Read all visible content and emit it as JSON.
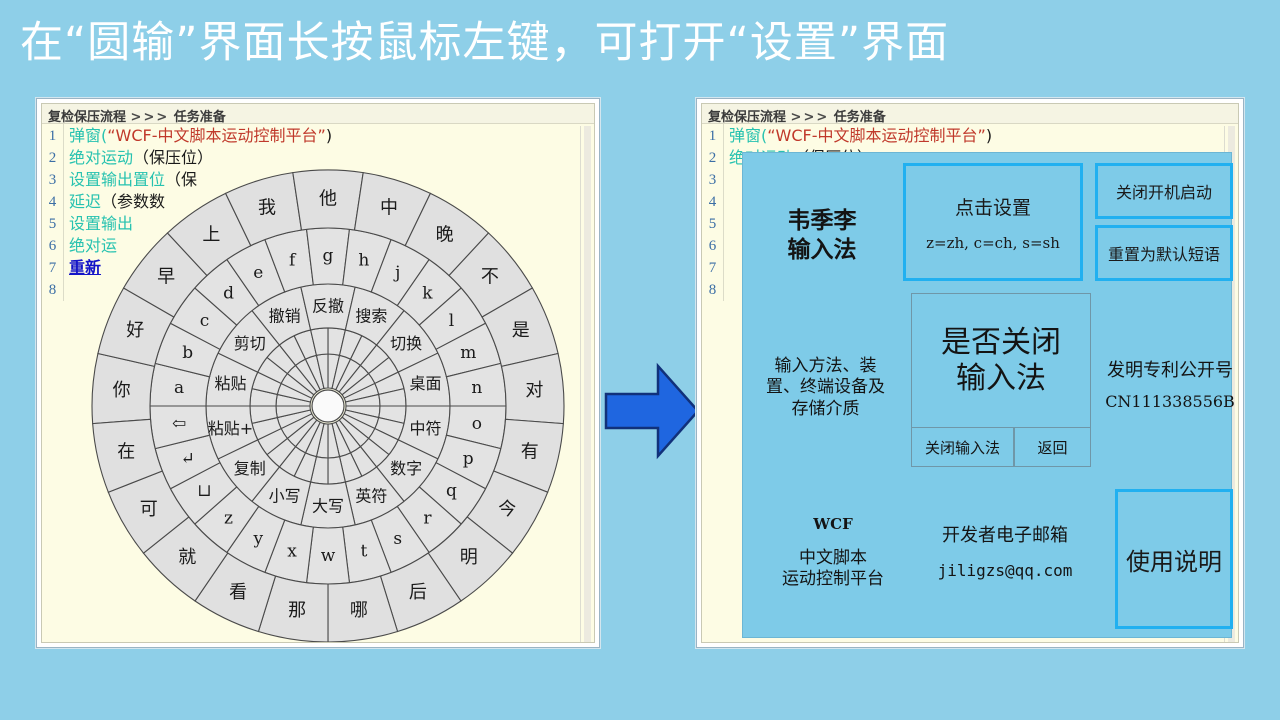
{
  "slide": {
    "title": "在“圆输”界面长按鼠标左键，可打开“设置”界面",
    "title_color": "#ffffff",
    "background_color": "#8ecfe8",
    "arrow_color": "#1f66e0",
    "arrow_border_color": "#11317a",
    "accent_color": "#21b0f0"
  },
  "editor": {
    "header_title": "复检保压流程",
    "header_arrows": ">>>",
    "header_task": "任务准备",
    "line_numbers": [
      "1",
      "2",
      "3",
      "4",
      "5",
      "6",
      "7",
      "8"
    ],
    "lines": [
      {
        "n": "1",
        "prefix": "弹窗(",
        "quoted": "“WCF-中文脚本运动控制平台”",
        "suffix": ")"
      },
      {
        "n": "2",
        "prefix": "绝对运动",
        "quoted": "",
        "suffix": "（保压位）"
      },
      {
        "n": "3",
        "prefix": "设置输出置位",
        "quoted": "",
        "suffix": "（保"
      },
      {
        "n": "4",
        "prefix": "延迟",
        "quoted": "",
        "suffix": "（参数数"
      },
      {
        "n": "5",
        "prefix": "设置输出",
        "quoted": "",
        "suffix": ""
      },
      {
        "n": "6",
        "prefix": "绝对运",
        "quoted": "",
        "suffix": ""
      },
      {
        "n": "7",
        "prefix": "重新",
        "quoted": "",
        "suffix": ""
      },
      {
        "n": "8",
        "prefix": "",
        "quoted": "",
        "suffix": ""
      }
    ]
  },
  "wheel": {
    "hub_label": "",
    "ring_inner_labels": [
      "撤销",
      "反撤",
      "搜索",
      "切换",
      "桌面",
      "中符",
      "数字",
      "英符",
      "大写",
      "小写",
      "复制",
      "粘贴+",
      "粘贴",
      "剪切"
    ],
    "ring_letters": [
      "a",
      "b",
      "c",
      "d",
      "e",
      "f",
      "g",
      "h",
      "j",
      "k",
      "l",
      "m",
      "n",
      "o",
      "p",
      "q",
      "r",
      "s",
      "t",
      "w",
      "x",
      "y",
      "z"
    ],
    "ring_keys": [
      "⊔",
      "↵",
      "⇦"
    ],
    "ring_outer_labels": [
      "你",
      "好",
      "早",
      "上",
      "我",
      "他",
      "中",
      "晚",
      "不",
      "是",
      "对",
      "有",
      "今",
      "明",
      "后",
      "哪",
      "那",
      "看",
      "就",
      "可",
      "在"
    ]
  },
  "settings": {
    "app_name_line1": "韦季李",
    "app_name_line2": "输入法",
    "click_settings_title": "点击设置",
    "click_settings_hint": "z=zh, c=ch, s=sh",
    "disable_autostart": "关闭开机启动",
    "reset_phrases": "重置为默认短语",
    "dialog_line1": "是否关闭",
    "dialog_line2": "输入法",
    "dialog_confirm": "关闭输入法",
    "dialog_cancel": "返回",
    "patent_desc_line1": "输入方法、装",
    "patent_desc_line2": "置、终端设备及",
    "patent_desc_line3": "存储介质",
    "patent_label": "发明专利公开号",
    "patent_number": "CN111338556B",
    "platform_line1": "WCF",
    "platform_line2": "中文脚本",
    "platform_line3": "运动控制平台",
    "email_label": "开发者电子邮箱",
    "email_value": "jiligzs@qq.com",
    "manual_button": "使用说明"
  }
}
